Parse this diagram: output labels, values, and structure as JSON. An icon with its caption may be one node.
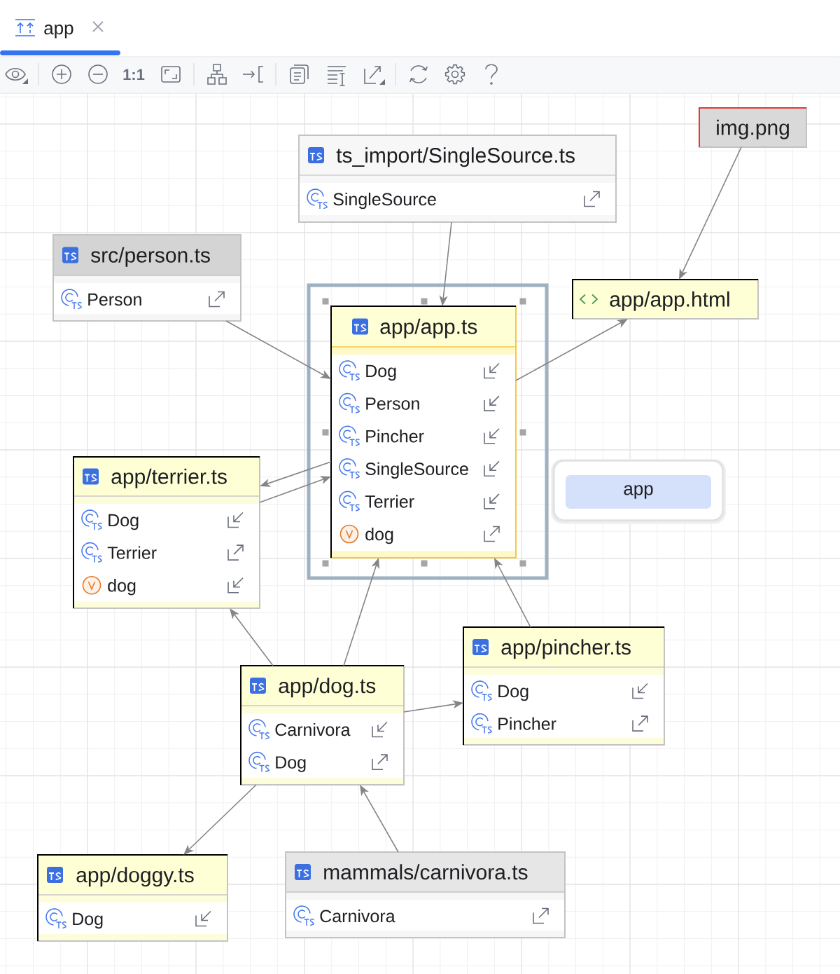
{
  "diagram": {
    "nodes": [
      {
        "text": [
          "ts_import/SingleSource.ts",
          "SingleSource"
        ]
      },
      {
        "text": [
          "img.png"
        ]
      },
      {
        "text": [
          "src/person.ts",
          "Person"
        ]
      },
      {
        "text": [
          "app/app.ts",
          "Dog",
          "Person",
          "Pincher",
          "SingleSource",
          "Terrier",
          "dog"
        ]
      },
      {
        "text": [
          "app/app.html"
        ]
      },
      {
        "text": [
          "app"
        ]
      },
      {
        "text": [
          "app/terrier.ts",
          "Dog",
          "Terrier",
          "dog"
        ]
      },
      {
        "text": [
          "app/pincher.ts",
          "Dog",
          "Pincher"
        ]
      },
      {
        "text": [
          "app/dog.ts",
          "Carnivora",
          "Dog"
        ]
      },
      {
        "text": [
          "app/doggy.ts",
          "Dog"
        ]
      },
      {
        "text": [
          "mammals/carnivora.ts",
          "Carnivora"
        ]
      }
    ],
    "edges": [
      {
        "from": 0,
        "to": 3,
        "arrow": "to"
      },
      {
        "from": 1,
        "to": 4,
        "arrow": "to"
      },
      {
        "from": 2,
        "to": 3,
        "arrow": "to"
      },
      {
        "from": 3,
        "to": 4,
        "arrow": "to"
      },
      {
        "from": 3,
        "to": 6,
        "arrow": "to"
      },
      {
        "from": 6,
        "to": 3,
        "arrow": "to"
      },
      {
        "from": 8,
        "to": 6,
        "arrow": "to"
      },
      {
        "from": 8,
        "to": 3,
        "arrow": "to"
      },
      {
        "from": 7,
        "to": 3,
        "arrow": "to"
      },
      {
        "from": 8,
        "to": 7,
        "arrow": "to"
      },
      {
        "from": 8,
        "to": 9,
        "arrow": "to"
      },
      {
        "from": 10,
        "to": 8,
        "arrow": "to"
      }
    ],
    "labels": [
      "app",
      "1:1"
    ]
  }
}
